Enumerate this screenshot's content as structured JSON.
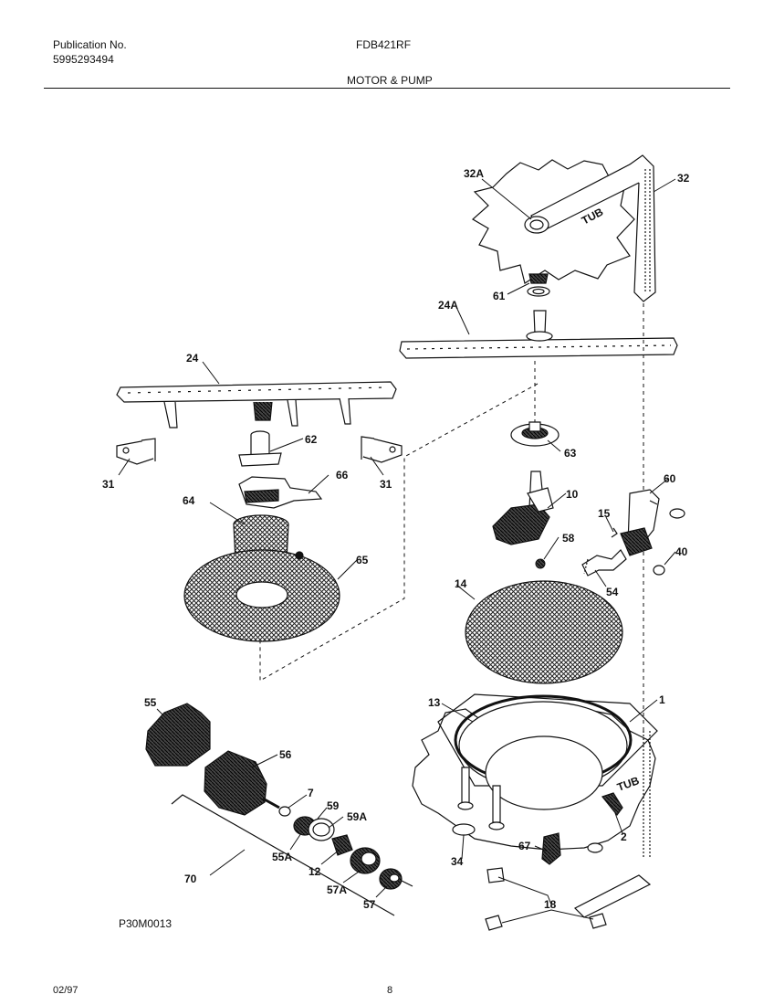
{
  "header": {
    "publication_label": "Publication No.",
    "publication_number": "5995293494",
    "model": "FDB421RF",
    "section_title": "MOTOR & PUMP"
  },
  "diagram": {
    "part_labels": [
      "32A",
      "32",
      "TUB",
      "61",
      "24A",
      "24",
      "62",
      "63",
      "31",
      "66",
      "31",
      "10",
      "60",
      "64",
      "15",
      "58",
      "65",
      "40",
      "54",
      "14",
      "55",
      "13",
      "1",
      "56",
      "TUB",
      "7",
      "59",
      "59A",
      "55A",
      "2",
      "67",
      "12",
      "34",
      "70",
      "57A",
      "18",
      "57"
    ],
    "drawing_code": "P30M0013"
  },
  "footer": {
    "date": "02/97",
    "page_number": "8"
  }
}
